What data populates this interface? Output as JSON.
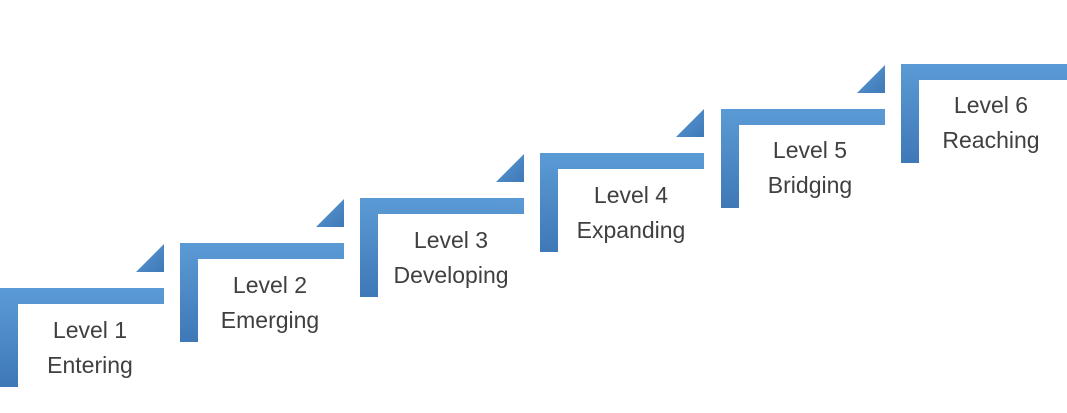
{
  "colors": {
    "step_light": "#5b9bd5",
    "step_dark": "#3f78b7",
    "text": "#404040",
    "background": "#ffffff"
  },
  "steps": [
    {
      "level": "Level 1",
      "name": "Entering"
    },
    {
      "level": "Level 2",
      "name": "Emerging"
    },
    {
      "level": "Level 3",
      "name": "Developing"
    },
    {
      "level": "Level 4",
      "name": "Expanding"
    },
    {
      "level": "Level 5",
      "name": "Bridging"
    },
    {
      "level": "Level 6",
      "name": "Reaching"
    }
  ]
}
